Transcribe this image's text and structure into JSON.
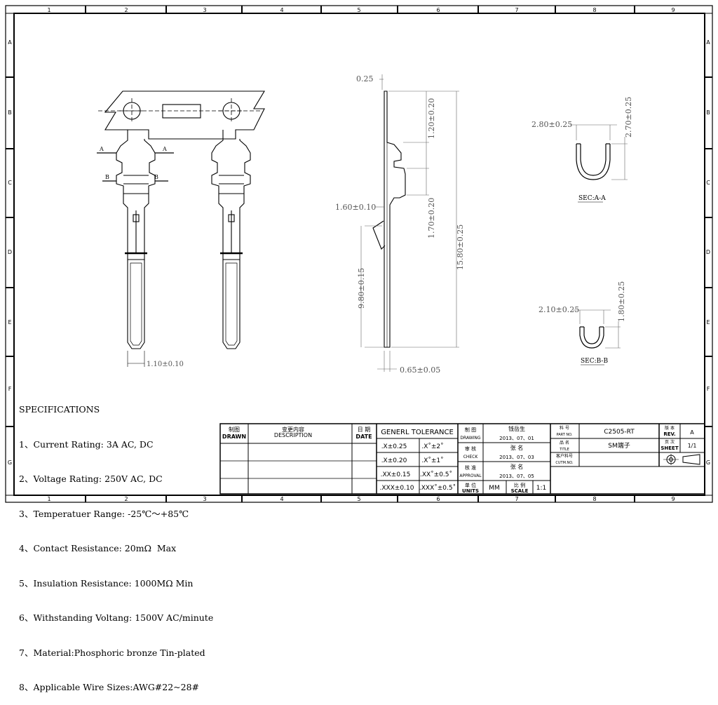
{
  "border": {
    "col_labels": [
      "1",
      "2",
      "3",
      "4",
      "5",
      "6",
      "7",
      "8",
      "9"
    ],
    "row_labels": [
      "A",
      "B",
      "C",
      "D",
      "E",
      "F",
      "G"
    ]
  },
  "dimensions": {
    "top_thickness": "0.25",
    "upper_length": "1.20±0.20",
    "tab_offset": "1.60±0.10",
    "mid_length": "1.70±0.20",
    "total_length": "15.80±0.25",
    "pin_length": "9.80±0.15",
    "pin_width": "1.10±0.10",
    "pin_thickness": "0.65±0.05",
    "seca_width": "2.80±0.25",
    "seca_height": "2.70±0.25",
    "secb_width": "2.10±0.25",
    "secb_height": "1.80±0.25"
  },
  "section_markers": {
    "a": "A",
    "b": "B"
  },
  "section_labels": {
    "a": "SEC:A-A",
    "b": "SEC:B-B"
  },
  "specifications": {
    "title": "SPECIFICATIONS",
    "items": [
      "1、Current Rating: 3A AC, DC",
      "2、Voltage Rating: 250V AC, DC",
      "3、Temperatuer Range: -25℃～+85℃",
      "4、Contact Resistance: 20mΩ  Max",
      "5、Insulation Resistance: 1000MΩ Min",
      "6、Withstanding Voltang: 1500V AC/minute",
      "7、Material:Phosphoric bronze Tin-plated",
      "8、Applicable Wire Sizes:AWG#22~28#"
    ]
  },
  "title_block": {
    "drawn_cn": "制图",
    "drawn_en": "DRAWN",
    "desc_cn": "变更内容",
    "desc_en": "DESCRIPTION",
    "date_cn": "日 期",
    "date_en": "DATE",
    "tolerance_header": "GENERL  TOLERANCE",
    "tol_linear": [
      ".X±0.25",
      ".X±0.20",
      ".XX±0.15",
      ".XXX±0.10"
    ],
    "tol_angular": [
      ".X˚±2˚",
      ".X˚±1˚",
      ".XX˚±0.5˚",
      ".XXX˚±0.5˚"
    ],
    "drawing_cn": "制 图",
    "drawing_en": "DRAWING",
    "drawing_name": "钱岳生",
    "drawing_date": "2013、07、01",
    "check_cn": "审 核",
    "check_en": "CHECK",
    "check_name": "张 名",
    "check_date": "2013、07、03",
    "approval_cn": "核 准",
    "approval_en": "APPROVAL",
    "approval_name": "张 名",
    "approval_date": "2013、07、05",
    "units_cn": "单 位",
    "units_en": "UNITS",
    "units_value": "MM",
    "scale_cn": "比 例",
    "scale_en": "SCALE",
    "scale_value": "1:1",
    "partno_cn": "料 号",
    "partno_en": "PART NO.",
    "partno_value": "C2505-RT",
    "title_cn": "品 名",
    "title_en": "TITLE",
    "title_value": "SM端子",
    "cust_cn": "客户料号",
    "cust_en": "CUTM.NO.",
    "rev_cn": "版 本",
    "rev_en": "REV.",
    "rev_value": "A",
    "sheet_cn": "页 次",
    "sheet_en": "SHEET",
    "sheet_value": "1/1"
  }
}
